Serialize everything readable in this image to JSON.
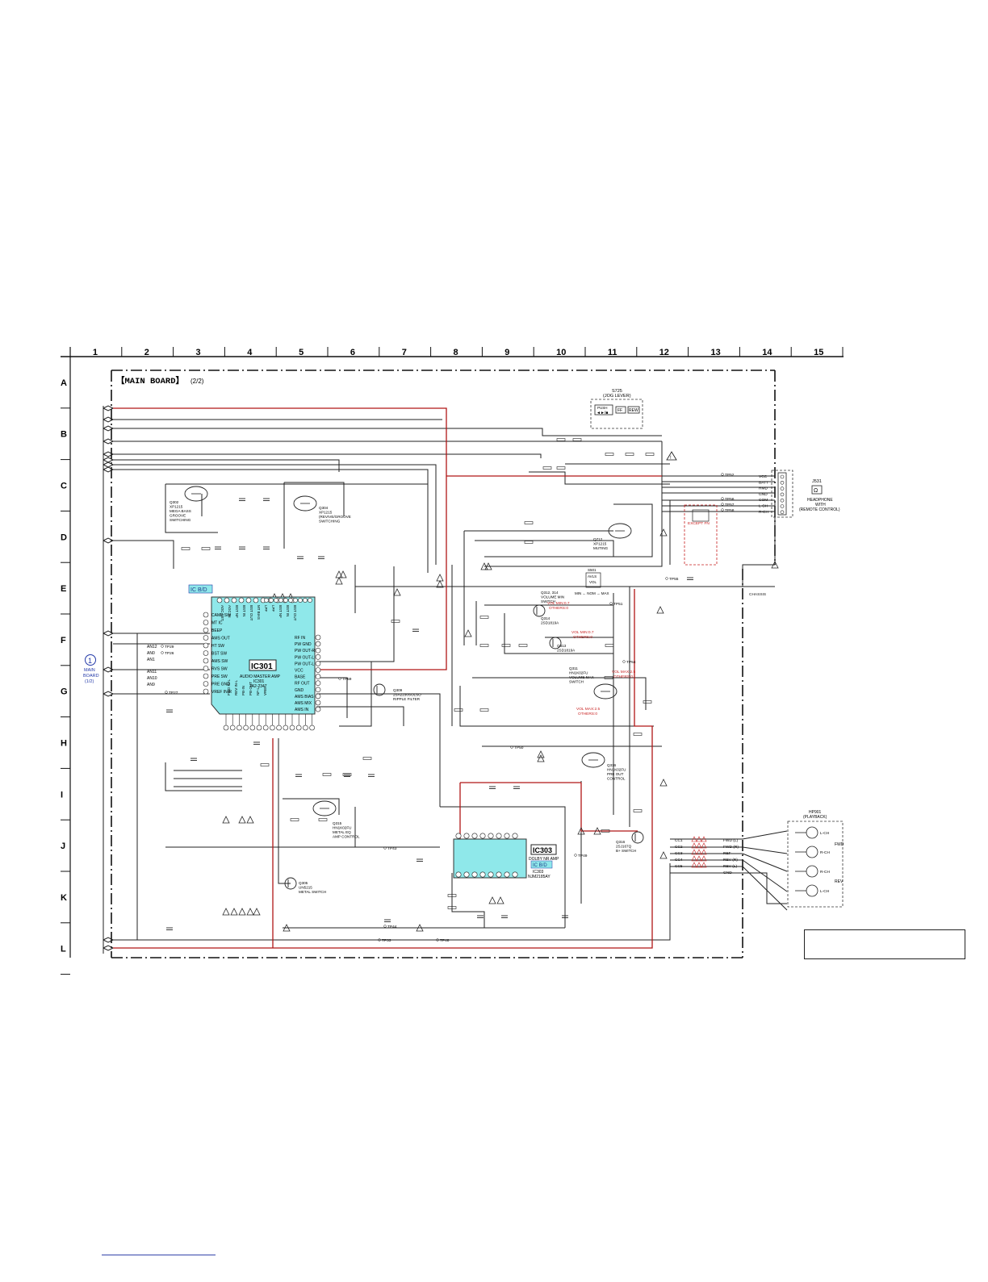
{
  "board_title": "【MAIN BOARD】",
  "board_subtitle": "(2/2)",
  "columns": [
    "1",
    "2",
    "3",
    "4",
    "5",
    "6",
    "7",
    "8",
    "9",
    "10",
    "11",
    "12",
    "13",
    "14",
    "15"
  ],
  "rows": [
    "A",
    "B",
    "C",
    "D",
    "E",
    "F",
    "G",
    "H",
    "I",
    "J",
    "K",
    "L"
  ],
  "main_board_ref": {
    "num": "1",
    "line1": "MAIN",
    "line2": "BOARD",
    "line3": "(1/2)"
  },
  "ic301": {
    "tag": "IC B/D",
    "name": "IC301",
    "desc1": "AUDIO MASTER AMP",
    "desc2": "IC301",
    "desc3": "TA2-2347",
    "left_pins": [
      "CAMP SW",
      "MT IC",
      "BEEP",
      "AMS OUT",
      "HT SW",
      "BST SW",
      "AMS SW",
      "RVS SW",
      "PRE SW",
      "PRE GND",
      "VREF IN-R"
    ],
    "right_pins": [
      "RF IN",
      "PW GND",
      "PW OUT-R",
      "PW OUT-L",
      "PW OUT-L",
      "VCC",
      "BASE",
      "RF OUT",
      "GND",
      "AMS BIAS",
      "AMS MIX",
      "AMS IN"
    ],
    "top_pins": [
      "ADC SET",
      "AGC IN",
      "BST NF",
      "BST IN",
      "BST OUT",
      "MT BIAS",
      "LPF",
      "LPF",
      "BST NF",
      "BST IN",
      "BST OUT"
    ],
    "bottom_pins": [
      "FWD IN-L",
      "REV IN-L",
      "PB-IN",
      "PB-OUT",
      "NF-L",
      "VREF"
    ]
  },
  "ic303": {
    "tag": "IC B/D",
    "name": "IC303",
    "desc1": "DOLBY NR AMP",
    "desc2": "IC303",
    "desc3": "NJM2185AY"
  },
  "s725": {
    "name": "S725",
    "desc": "(JOG LEVER)",
    "k1": "PUSH",
    "k2": "◄►/■",
    "k3": "FF",
    "k4": "REW"
  },
  "j531": {
    "name": "J531",
    "l1": "HEADPHONE",
    "l2": "WITH",
    "l3": "(REMOTE CONTROL)"
  },
  "hp901": {
    "name": "HP901",
    "desc": "(PLAYBACK)",
    "fwd": "FWD",
    "rev": "REV",
    "heads": [
      "L-CH",
      "R-CH",
      "R-CH",
      "L-CH"
    ]
  },
  "conn_right": [
    "VCC",
    "BATT",
    "RMD",
    "GND",
    "COM",
    "L-CH",
    "R-CH"
  ],
  "hp_signals": [
    "FWD (L)",
    "FWD (R)",
    "REF",
    "REV (R)",
    "REV (L)",
    "GND"
  ],
  "hp_caps": [
    "CC1",
    "CC2",
    "CC3",
    "CC4",
    "CC5"
  ],
  "left_labels": [
    "AN12",
    "AN0",
    "AN1",
    "AN11",
    "AN10",
    "AN9"
  ],
  "tps": [
    "TP29",
    "TP26",
    "TP27",
    "TP43",
    "TP44",
    "TP33",
    "TP48",
    "TP55",
    "TP56",
    "TP57",
    "TP58",
    "TP49",
    "TP50",
    "TP51",
    "TP54",
    "TP59",
    "TP52"
  ],
  "transistors": [
    {
      "name": "Q302",
      "l1": "XP1215",
      "l2": "MEGA BASS",
      "l3": "GROOVE",
      "l4": "SWITCHING"
    },
    {
      "name": "Q304",
      "l1": "XP1215",
      "l2": "(REVIVE/GROOVE",
      "l3": "SWITCHING",
      "l4": ""
    },
    {
      "name": "Q712",
      "l1": "XP1215",
      "l2": "MUTING",
      "l3": "",
      "l4": ""
    },
    {
      "name": "Q309",
      "l1": "2SA2230SOLSO",
      "l2": "RIPPLE FILTER",
      "l3": "",
      "l4": ""
    },
    {
      "name": "Q312, 314",
      "l1": "VOLUME MIN",
      "l2": "SWITCH",
      "l3": "",
      "l4": ""
    },
    {
      "name": "Q314",
      "l1": "2SD1819A",
      "l2": "",
      "l3": "",
      "l4": ""
    },
    {
      "name": "Q313",
      "l1": "2SD1819A",
      "l2": "",
      "l3": "",
      "l4": ""
    },
    {
      "name": "Q311",
      "l1": "HN1K02FU",
      "l2": "VOLUME MAX",
      "l3": "SWITCH",
      "l4": ""
    },
    {
      "name": "Q316",
      "l1": "HN1K02FU",
      "l2": "PRE OUT",
      "l3": "CONTROL",
      "l4": ""
    },
    {
      "name": "Q315",
      "l1": "HN1K02FU",
      "l2": "METAL EQ",
      "l3": "AMP CONTROL",
      "l4": ""
    },
    {
      "name": "Q316",
      "l1": "2SJ167Q",
      "l2": "B+ SWITCH",
      "l3": "",
      "l4": ""
    },
    {
      "name": "Q305",
      "l1": "UN5215",
      "l2": "METAL SWITCH",
      "l3": "",
      "l4": ""
    }
  ],
  "notes": [
    "VOL MIN:0.7",
    "OTHERS:0",
    "VOL MIN:0.7",
    "OTHERS:0",
    "VOL MAX:2.5",
    "OTHERS:0",
    "VOL MAX:2.5",
    "OTHERS:0",
    "EXCEPT FN",
    "CHASSIS"
  ],
  "volume": {
    "name": "S501",
    "l1": "AVLS",
    "l2": "VOL",
    "l3": "MIN ← NOM → MAX"
  },
  "colors": {
    "trace": "#222222",
    "power": "#b01616",
    "ic_fill": "#8fe8ea",
    "frame": "#111111",
    "volt": "#c81e1e",
    "note_ic": "#1f3a8a"
  }
}
